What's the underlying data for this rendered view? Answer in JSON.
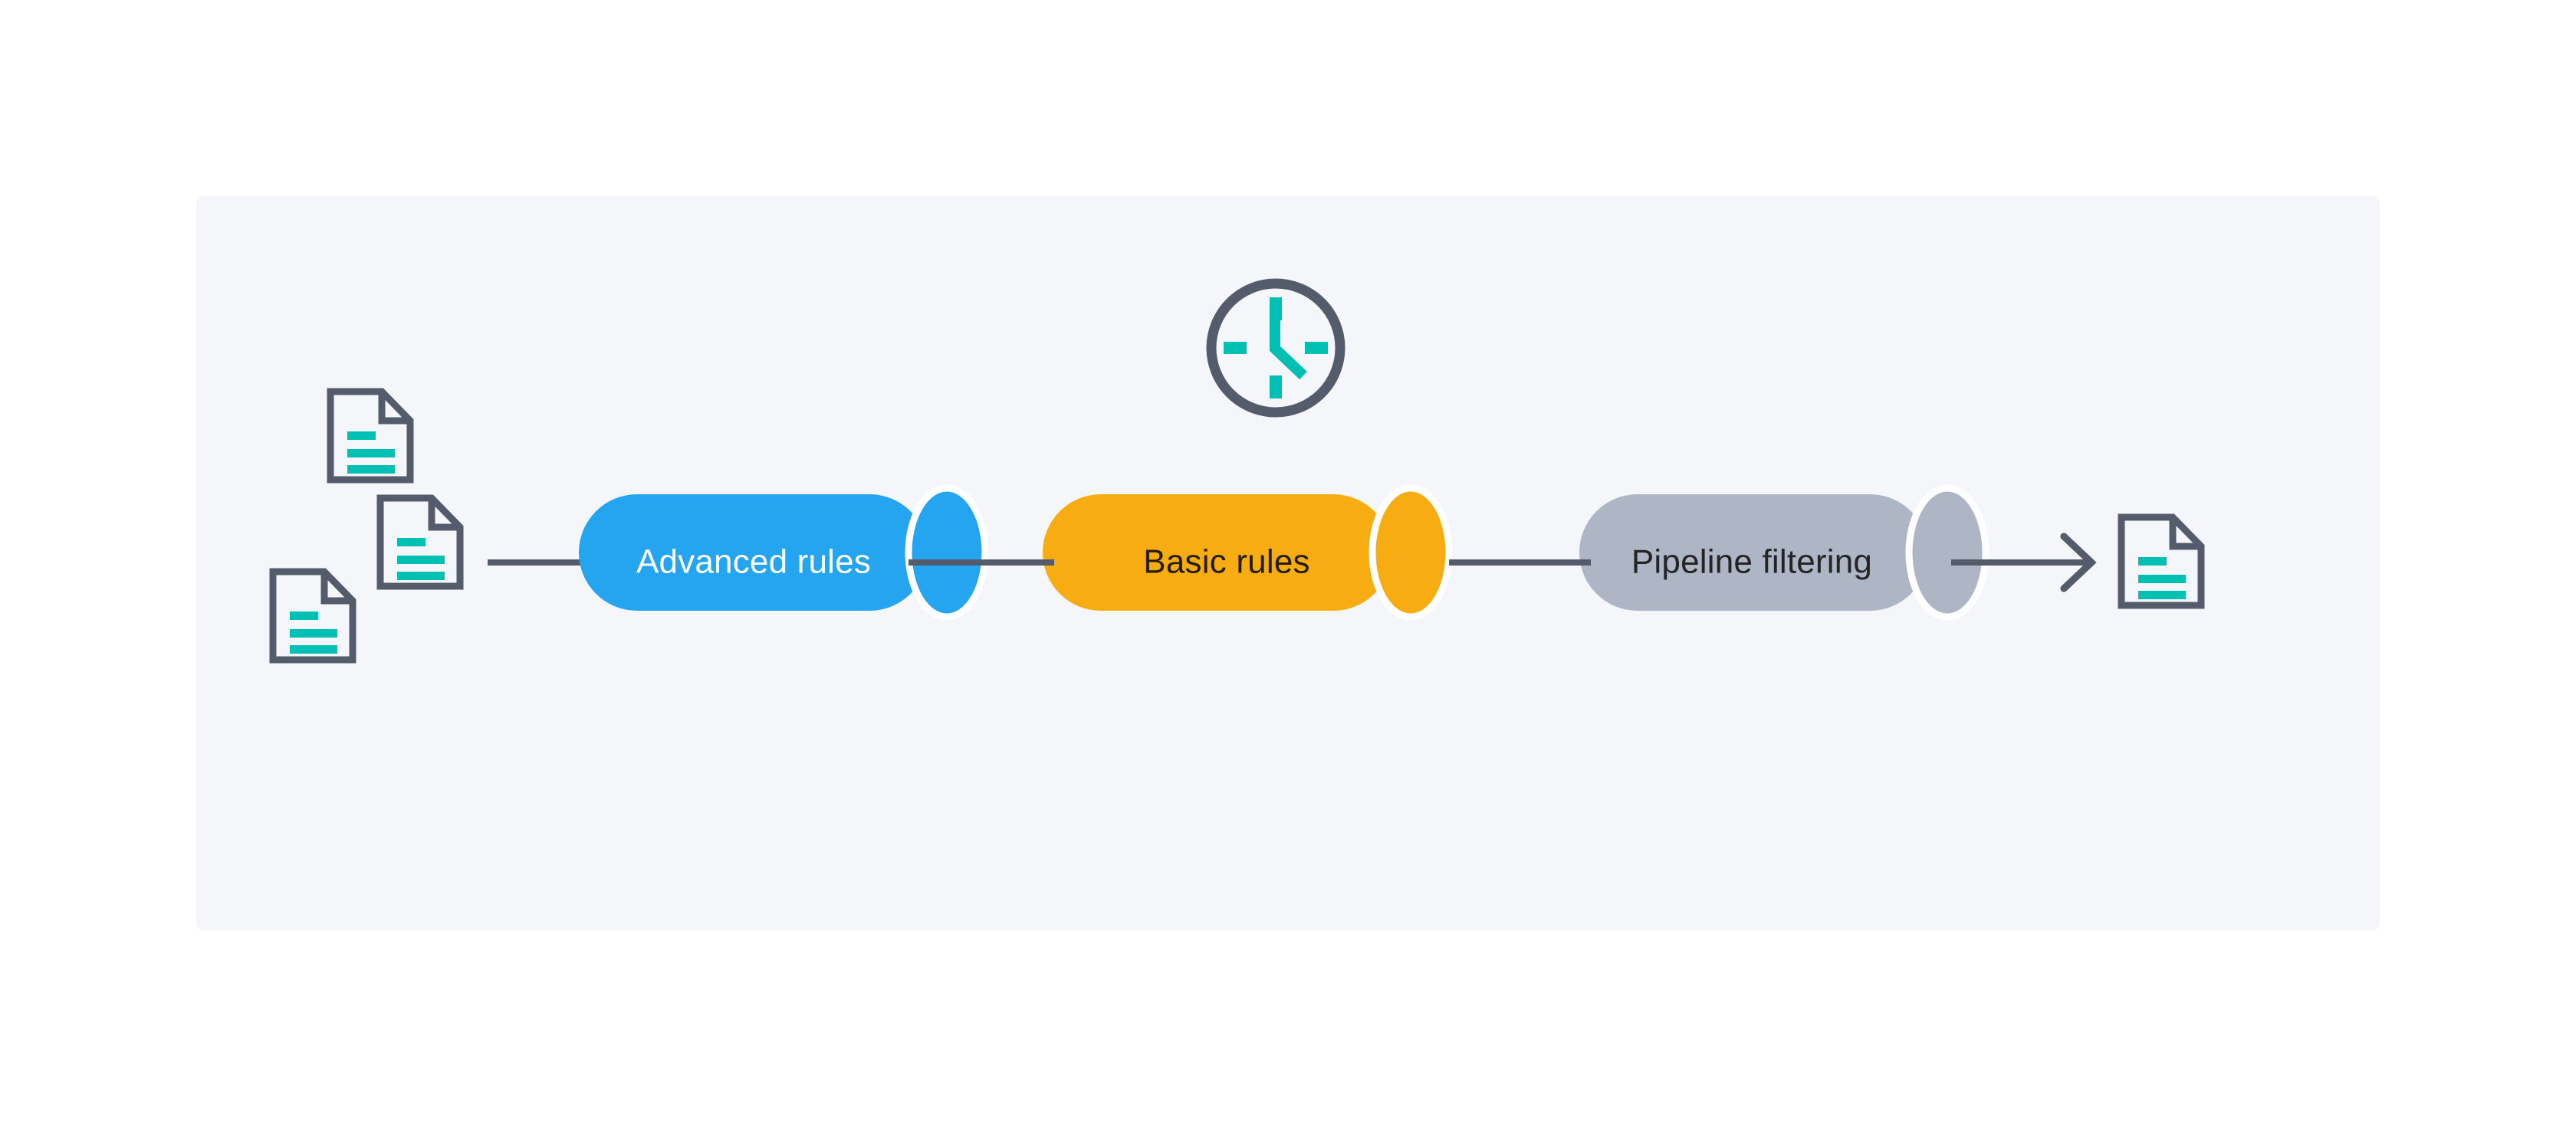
{
  "canvas": {
    "background_color": "#f4f6fa",
    "page_background_color": "#ffffff"
  },
  "palette": {
    "outline_dark": "#525a६b",
    "outline": "#545c6b",
    "teal": "#00bfb3",
    "blue": "#25a5f0",
    "amber": "#f7ad12",
    "gray": "#aeb6c6",
    "white": "#ffffff",
    "text_dark": "#242424"
  },
  "flow": {
    "stages": [
      {
        "id": "advanced-rules",
        "label": "Advanced rules",
        "fill": "#25a5f0",
        "text_color": "#ffffff",
        "shape": "cylinder",
        "order": 1
      },
      {
        "id": "basic-rules",
        "label": "Basic rules",
        "fill": "#f7ad12",
        "text_color": "#241d08",
        "shape": "cylinder",
        "order": 2
      },
      {
        "id": "pipeline-filtering",
        "label": "Pipeline filtering",
        "fill": "#aeb6c6",
        "text_color": "#242424",
        "shape": "cylinder",
        "order": 3
      }
    ]
  },
  "inputs": {
    "name": "input-documents",
    "count": 3,
    "icon": "document-icon",
    "line_count_per_doc": 3
  },
  "output": {
    "name": "output-document",
    "icon": "document-icon",
    "line_count": 3
  },
  "timer": {
    "name": "clock-icon",
    "icon": "clock-icon",
    "tick_marks": 4,
    "hands": [
      "minute-up",
      "hour-lower-right"
    ]
  },
  "connectors": {
    "count": 4,
    "arrow_head": "chevron-right",
    "color": "#545c6b"
  }
}
